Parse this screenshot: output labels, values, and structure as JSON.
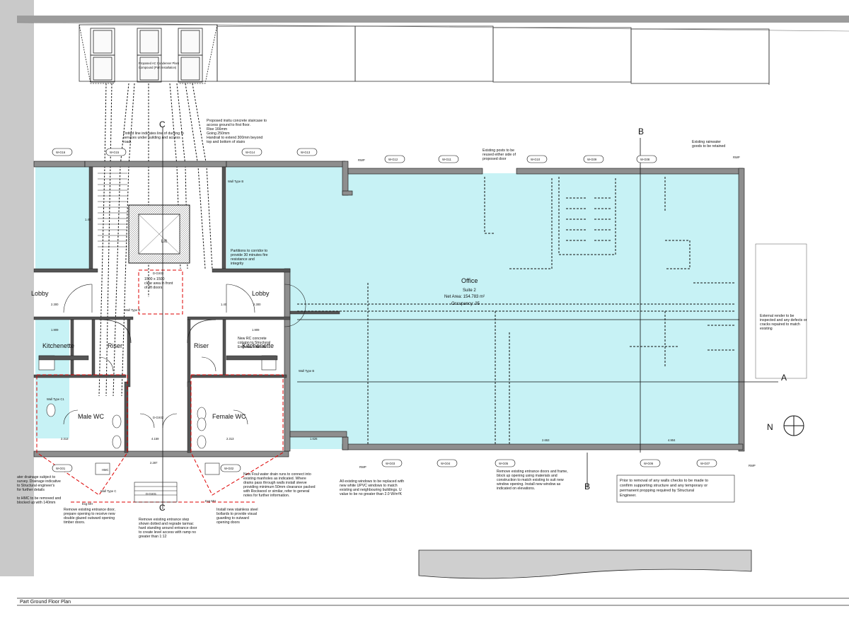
{
  "drawing": {
    "title": "Part Ground Floor Plan",
    "grid_refs": {
      "c_top": "C",
      "c_bottom": "C",
      "b_top": "B",
      "b_bottom": "B",
      "a": "A",
      "north": "N"
    }
  },
  "rooms": {
    "office_name": "Office",
    "office_suite": "Suite 2",
    "office_area": "Net Area: 154.783 m²",
    "office_occupancy": "Occupancy: 35",
    "lobby_left": "Lobby",
    "lobby_right": "Lobby",
    "kitchenette_left": "Kitchenette",
    "kitchenette_right": "Kitchenette",
    "riser_left": "Riser",
    "riser_right": "Riser",
    "male_wc": "Male WC",
    "female_wc": "Female WC",
    "lift": "Lift"
  },
  "notes": {
    "compound": [
      "Proposed AC Condenser Plant",
      "Compound (Part Installation)"
    ],
    "stair": [
      "Proposed insitu concrete staircase to",
      "access ground to first floor.",
      "Rise 166mm",
      "Going 250mm",
      "Handrail to extend 300mm beyond",
      "top and bottom of stairs"
    ],
    "ducting": [
      "Dotted line indicates line of ducting to",
      "services under building and access",
      "road."
    ],
    "posts": [
      "Existing posts to be",
      "reused either side of",
      "proposed door"
    ],
    "rainwater": [
      "Existing rainwater",
      "goods to be retained"
    ],
    "partitions": [
      "Partitions to corridor to",
      "provide 30 minutes fire",
      "resistance and",
      "integrity"
    ],
    "liftclear": [
      "1500 x 1500",
      "clear area in front",
      "of lift doors"
    ],
    "rc_column": [
      "New RC concrete",
      "column to Structural",
      "Engineer's details"
    ],
    "render": [
      "External render to be",
      "inspected and any defects or",
      "cracks repaired to match",
      "existing"
    ],
    "drainage": [
      "ater drainage subject to",
      "survey. Drainage indicative",
      "to Structural engineer's",
      "for further details"
    ],
    "hmc": [
      "to HMC to be removed and",
      "blocked up with 140mm"
    ],
    "entrance_doors": [
      "Remove existing entrance door,",
      "prepare opening to receive new",
      "double glazed outward opening",
      "timber doors."
    ],
    "foul": [
      "New Foul water drain runs to connect into",
      "existing manholes as indicated. Where",
      "drains pass through walls install sleeve",
      "providing minimum 50mm clearance packed",
      "with Rockwool or similar, refer to general",
      "notes for further information."
    ],
    "windows": [
      "All existing windows to be replaced with",
      "new white UPVC windows to match",
      "existing and neighbouring buildings. U",
      "value to be no greater than 2.0 W/m²K"
    ],
    "step": [
      "Remove existing entrance step",
      "shown dotted and regrade tarmac",
      "hard standing around entrance door",
      "to create level access with ramp no",
      "greater than 1:12"
    ],
    "bollards": [
      "Install new stainless steel",
      "bollards to provide visual",
      "guarding to outward",
      "opening doors"
    ],
    "block_up": [
      "Remove existing entrance doors and frame,",
      "block up opening using materials and",
      "construction to match existing to suit new",
      "window opening. Install new window as",
      "indicated on elevations."
    ],
    "propping": [
      "Prior to removal of any walls checks to be made to",
      "confirm supporting structure and any temporary or",
      "permanent propping required by Structural",
      "Engineer."
    ]
  },
  "window_tags_top": [
    "W-G16",
    "W-G15",
    "W-G14",
    "W-G13",
    "W-G12",
    "W-G11",
    "W-G10",
    "W-G09",
    "W-G08"
  ],
  "window_tags_bottom": [
    "W-G01",
    "W-G02",
    "W-G03",
    "W-G04",
    "W-G05",
    "W-G06",
    "W-G07"
  ],
  "labels": {
    "rwp1": "RWP",
    "rwp2": "RWP",
    "rwp3": "RWP",
    "rwp4": "RWP",
    "wall_b1": "Wall Type B",
    "wall_b2": "Wall Type B",
    "wall_b3": "Wall Type B",
    "wall_c1": "Wall Type C1",
    "wall_c2": "Wall Type C",
    "door_01": "D-GX01",
    "door_02": "D-GX02",
    "door_03": "D-GX03",
    "hmc": "HMC",
    "mh1": "Exg MH",
    "mh2": "Exg MH"
  },
  "dims": {
    "d1": "2.300",
    "d2": "2.300",
    "d3": "1.909",
    "d4": "1.909",
    "d5": "2.313",
    "d6": "2.313",
    "d7": "4.159",
    "d8": "2.287",
    "d9": "1.626",
    "d10": "2.653",
    "d11": "4.904",
    "d12": "1.40",
    "d13": "1.40"
  }
}
